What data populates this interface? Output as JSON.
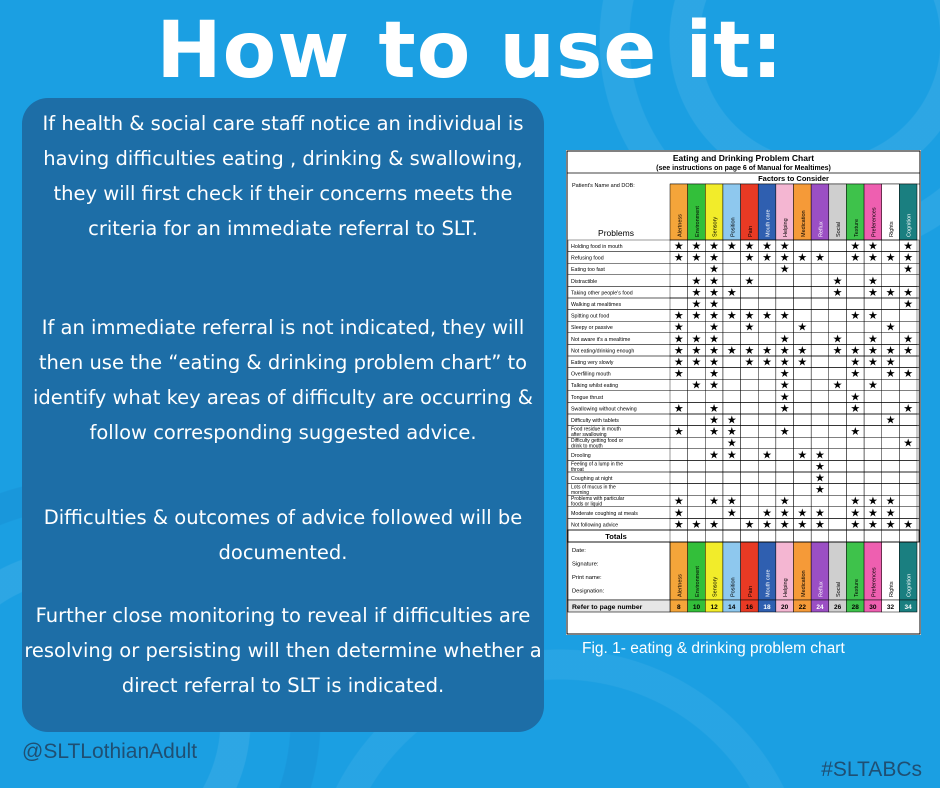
{
  "title": "How to use it:",
  "paragraphs": [
    "If health & social care staff notice an individual is having difficulties eating , drinking & swallowing, they will first check if their concerns meets the criteria for an immediate referral to SLT.",
    "If an immediate referral is not indicated, they will then use the “eating & drinking problem chart” to identify what key areas of difficulty are occurring & follow corresponding suggested advice.",
    "Difficulties & outcomes of advice followed will be documented.",
    "Further close monitoring to reveal if difficulties are resolving or persisting will then determine whether a direct referral to SLT is indicated."
  ],
  "handle": "@SLTLothianAdult",
  "hashtag": "#SLTABCs",
  "caption": "Fig. 1- eating & drinking problem chart",
  "chart": {
    "title": "Eating and Drinking Problem Chart",
    "subtitle": "(see instructions on page 6 of Manual for Mealtimes)",
    "factors_heading": "Factors to Consider",
    "patient_label": "Patient's Name and DOB:",
    "problems_heading": "Problems",
    "totals_label": "Totals",
    "refer_label": "Refer to page number",
    "footer_fields": [
      "Date:",
      "Signature:",
      "Print name:",
      "Designation:"
    ],
    "factors": [
      {
        "name": "Alertness",
        "color": "#f4a53a",
        "page": "8"
      },
      {
        "name": "Environment",
        "color": "#33bf3a",
        "page": "10"
      },
      {
        "name": "Sensory",
        "color": "#f2ec2a",
        "page": "12"
      },
      {
        "name": "Position",
        "color": "#8ec8ee",
        "page": "14"
      },
      {
        "name": "Pain",
        "color": "#e83a24",
        "page": "16"
      },
      {
        "name": "Mouth care",
        "color": "#2f5fb0",
        "page": "18"
      },
      {
        "name": "Helping",
        "color": "#f4b6d2",
        "page": "20"
      },
      {
        "name": "Medication",
        "color": "#f59a38",
        "page": "22"
      },
      {
        "name": "Reflux",
        "color": "#9b4fc4",
        "page": "24"
      },
      {
        "name": "Social",
        "color": "#cfcfcf",
        "page": "26"
      },
      {
        "name": "Texture",
        "color": "#3ec24b",
        "page": "28"
      },
      {
        "name": "Preferences",
        "color": "#ee5fb0",
        "page": "30"
      },
      {
        "name": "Rights",
        "color": "#ffffff",
        "page": "32"
      },
      {
        "name": "Cognition",
        "color": "#1a7f80",
        "page": "34"
      }
    ],
    "problems": [
      {
        "label": "Holding food in mouth",
        "stars": [
          1,
          1,
          1,
          1,
          1,
          1,
          1,
          0,
          0,
          0,
          1,
          1,
          0,
          1
        ]
      },
      {
        "label": "Refusing food",
        "stars": [
          1,
          1,
          1,
          0,
          1,
          1,
          1,
          1,
          1,
          0,
          1,
          1,
          1,
          1
        ]
      },
      {
        "label": "Eating too fast",
        "stars": [
          0,
          0,
          1,
          0,
          0,
          0,
          1,
          0,
          0,
          0,
          0,
          0,
          0,
          1
        ]
      },
      {
        "label": "Distractible",
        "stars": [
          0,
          1,
          1,
          0,
          1,
          0,
          0,
          0,
          0,
          1,
          0,
          1,
          0,
          0
        ]
      },
      {
        "label": "Taking other people's food",
        "stars": [
          0,
          1,
          1,
          1,
          0,
          0,
          0,
          0,
          0,
          1,
          0,
          1,
          1,
          1
        ]
      },
      {
        "label": "Walking at mealtimes",
        "stars": [
          0,
          1,
          1,
          0,
          0,
          0,
          0,
          0,
          0,
          0,
          0,
          0,
          0,
          1
        ]
      },
      {
        "label": "Spitting out food",
        "stars": [
          1,
          1,
          1,
          1,
          1,
          1,
          1,
          0,
          0,
          0,
          1,
          1,
          0,
          0
        ]
      },
      {
        "label": "Sleepy or passive",
        "stars": [
          1,
          0,
          1,
          0,
          1,
          0,
          0,
          1,
          0,
          0,
          0,
          0,
          1,
          0
        ]
      },
      {
        "label": "Not aware it's a mealtime",
        "stars": [
          1,
          1,
          1,
          0,
          0,
          0,
          1,
          0,
          0,
          1,
          0,
          1,
          0,
          1
        ]
      },
      {
        "label": "Not eating/drinking enough",
        "stars": [
          1,
          1,
          1,
          1,
          1,
          1,
          1,
          1,
          0,
          1,
          1,
          1,
          1,
          1
        ]
      },
      {
        "label": "Eating very slowly",
        "stars": [
          1,
          1,
          1,
          0,
          1,
          1,
          1,
          1,
          0,
          0,
          1,
          1,
          1,
          0
        ]
      },
      {
        "label": "Overfilling mouth",
        "stars": [
          1,
          0,
          1,
          0,
          0,
          0,
          1,
          0,
          0,
          0,
          1,
          0,
          1,
          1
        ]
      },
      {
        "label": "Talking whilst eating",
        "stars": [
          0,
          1,
          1,
          0,
          0,
          0,
          1,
          0,
          0,
          1,
          0,
          1,
          0,
          0
        ]
      },
      {
        "label": "Tongue thrust",
        "stars": [
          0,
          0,
          0,
          0,
          0,
          0,
          1,
          0,
          0,
          0,
          1,
          0,
          0,
          0
        ]
      },
      {
        "label": "Swallowing without chewing",
        "stars": [
          1,
          0,
          1,
          0,
          0,
          0,
          1,
          0,
          0,
          0,
          1,
          0,
          0,
          1
        ]
      },
      {
        "label": "Difficulty with tablets",
        "stars": [
          0,
          0,
          1,
          1,
          0,
          0,
          0,
          0,
          0,
          0,
          0,
          0,
          1,
          0
        ]
      },
      {
        "label": "Food residue in mouth after swallowing",
        "stars": [
          1,
          0,
          1,
          1,
          0,
          0,
          1,
          0,
          0,
          0,
          1,
          0,
          0,
          0
        ]
      },
      {
        "label": "Difficulty getting food or drink to mouth",
        "stars": [
          0,
          0,
          0,
          1,
          0,
          0,
          0,
          0,
          0,
          0,
          0,
          0,
          0,
          1
        ]
      },
      {
        "label": "Drooling",
        "stars": [
          0,
          0,
          1,
          1,
          0,
          1,
          0,
          1,
          1,
          0,
          0,
          0,
          0,
          0
        ]
      },
      {
        "label": "Feeling of a lump in the throat",
        "stars": [
          0,
          0,
          0,
          0,
          0,
          0,
          0,
          0,
          1,
          0,
          0,
          0,
          0,
          0
        ]
      },
      {
        "label": "Coughing at night",
        "stars": [
          0,
          0,
          0,
          0,
          0,
          0,
          0,
          0,
          1,
          0,
          0,
          0,
          0,
          0
        ]
      },
      {
        "label": "Lots of mucus in the morning",
        "stars": [
          0,
          0,
          0,
          0,
          0,
          0,
          0,
          0,
          1,
          0,
          0,
          0,
          0,
          0
        ]
      },
      {
        "label": "Problems with particular foods or liquid",
        "stars": [
          1,
          0,
          1,
          1,
          0,
          0,
          1,
          0,
          0,
          0,
          1,
          1,
          1,
          0
        ]
      },
      {
        "label": "Moderate coughing at meals",
        "stars": [
          1,
          0,
          0,
          1,
          0,
          1,
          1,
          1,
          1,
          0,
          1,
          1,
          1,
          0
        ]
      },
      {
        "label": "Not following advice",
        "stars": [
          1,
          1,
          1,
          0,
          1,
          1,
          1,
          1,
          1,
          0,
          1,
          1,
          1,
          1
        ]
      }
    ]
  }
}
